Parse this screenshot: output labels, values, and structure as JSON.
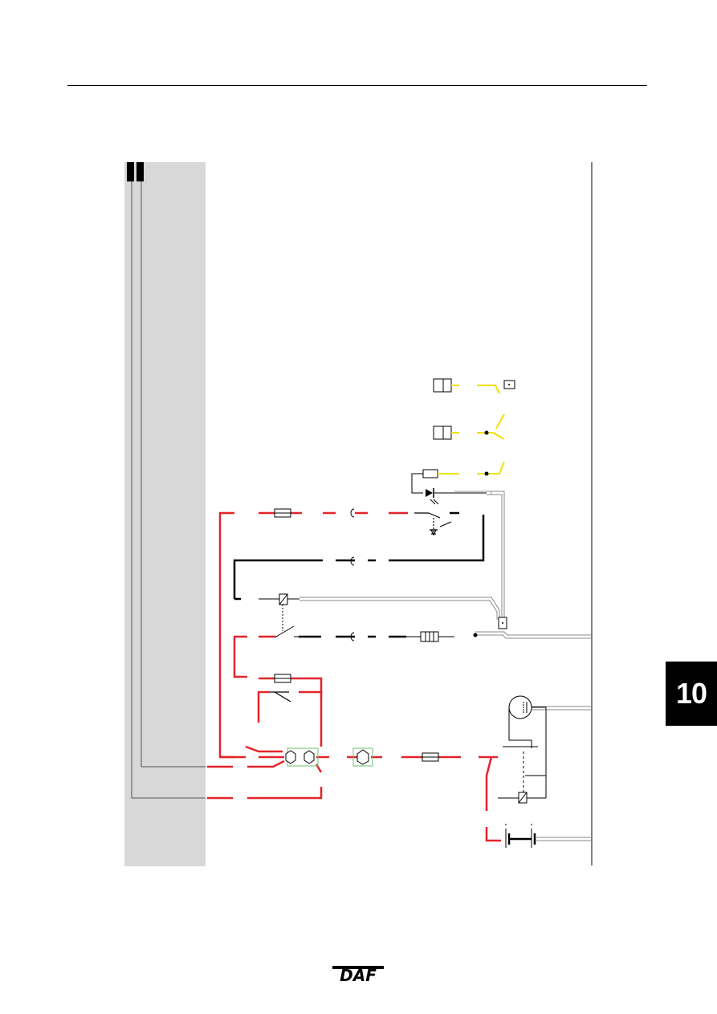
{
  "page": {
    "chapter_tab": "10"
  },
  "brand": {
    "logo_text": "DAF"
  },
  "colors": {
    "supply_wire": "#e3242b",
    "signal_wire": "#f2e000",
    "ground_wire": "#000000",
    "shaded_column": "#d8d8d8",
    "tab_background": "#000000",
    "tab_text": "#ffffff"
  },
  "diagram": {
    "components": [
      {
        "name": "lamp-housing-upper",
        "icon": "connector-block-icon"
      },
      {
        "name": "lamp-housing-lower",
        "icon": "connector-block-icon"
      },
      {
        "name": "led-indicator",
        "icon": "led-icon"
      },
      {
        "name": "resistor",
        "icon": "resistor-icon"
      },
      {
        "name": "main-switch",
        "icon": "switch-icon"
      },
      {
        "name": "relay",
        "icon": "relay-icon"
      },
      {
        "name": "fuse-block",
        "icon": "fuse-block-icon"
      },
      {
        "name": "starter-motor",
        "icon": "motor-icon"
      },
      {
        "name": "battery",
        "icon": "battery-icon"
      }
    ]
  }
}
